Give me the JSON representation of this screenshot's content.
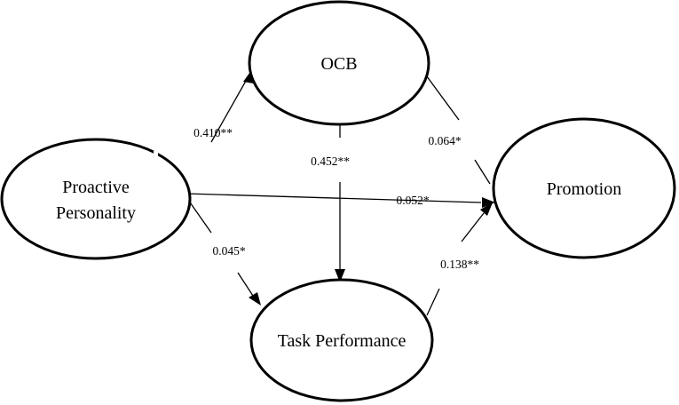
{
  "nodes": {
    "proactive": {
      "line1": "Proactive",
      "line2": "Personality"
    },
    "ocb": {
      "label": "OCB"
    },
    "promotion": {
      "label": "Promotion"
    },
    "task": {
      "label": "Task Performance"
    }
  },
  "paths": {
    "proactive_to_ocb": "0.410**",
    "ocb_to_promotion": "0.064*",
    "ocb_to_task": "0.452**",
    "proactive_to_promotion": "0.052*",
    "proactive_to_task": "0.045*",
    "task_to_promotion": "0.138**"
  },
  "colors": {
    "line": "#000000",
    "background": "#ffffff"
  }
}
